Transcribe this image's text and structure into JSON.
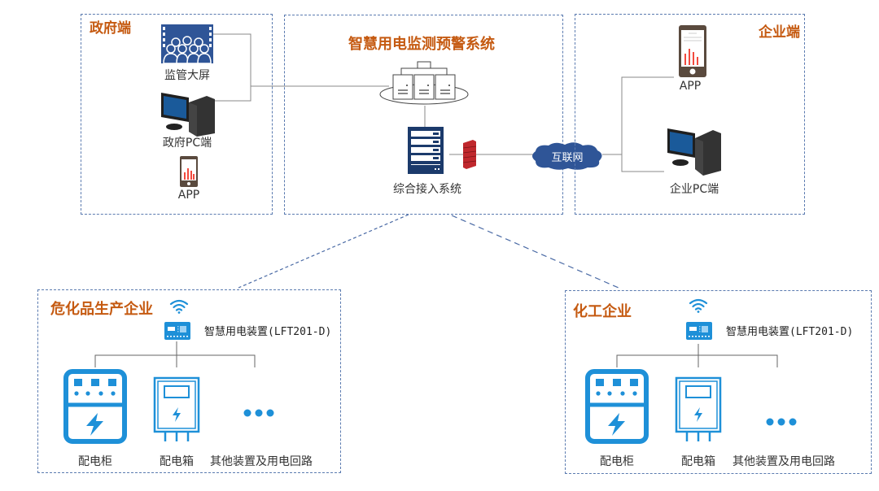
{
  "diagram": {
    "title": "智慧用电监测预警系统",
    "colors": {
      "title_orange": "#c55a11",
      "border_blue": "#5b7bb0",
      "icon_blue": "#1e90d8",
      "server_navy": "#1b3a6b",
      "cloud_blue": "#2f5597",
      "firewall_red": "#c0282d"
    },
    "government": {
      "title": "政府端",
      "items": [
        {
          "icon": "video-wall-icon",
          "label": "监管大屏"
        },
        {
          "icon": "desktop-pc-icon",
          "label": "政府PC端"
        },
        {
          "icon": "mobile-app-icon",
          "label": "APP"
        }
      ]
    },
    "system": {
      "title": "智慧用电监测预警系统",
      "server_cluster_icon": "server-cluster-icon",
      "access_system": {
        "icon": "server-rack-icon",
        "label": "综合接入系统"
      },
      "firewall_icon": "firewall-icon",
      "internet": {
        "icon": "cloud-icon",
        "label": "互联网"
      }
    },
    "enterprise": {
      "title": "企业端",
      "items": [
        {
          "icon": "mobile-app-icon",
          "label": "APP"
        },
        {
          "icon": "desktop-pc-icon",
          "label": "企业PC端"
        }
      ]
    },
    "sites": [
      {
        "title": "危化品生产企业",
        "device_label": "智慧用电装置(LFT201-D)",
        "items": [
          {
            "icon": "distribution-cabinet-icon",
            "label": "配电柜"
          },
          {
            "icon": "distribution-box-icon",
            "label": "配电箱"
          },
          {
            "icon": "more-dots-icon",
            "label": "其他装置及用电回路"
          }
        ]
      },
      {
        "title": "化工企业",
        "device_label": "智慧用电装置(LFT201-D)",
        "items": [
          {
            "icon": "distribution-cabinet-icon",
            "label": "配电柜"
          },
          {
            "icon": "distribution-box-icon",
            "label": "配电箱"
          },
          {
            "icon": "more-dots-icon",
            "label": "其他装置及用电回路"
          }
        ]
      }
    ]
  }
}
